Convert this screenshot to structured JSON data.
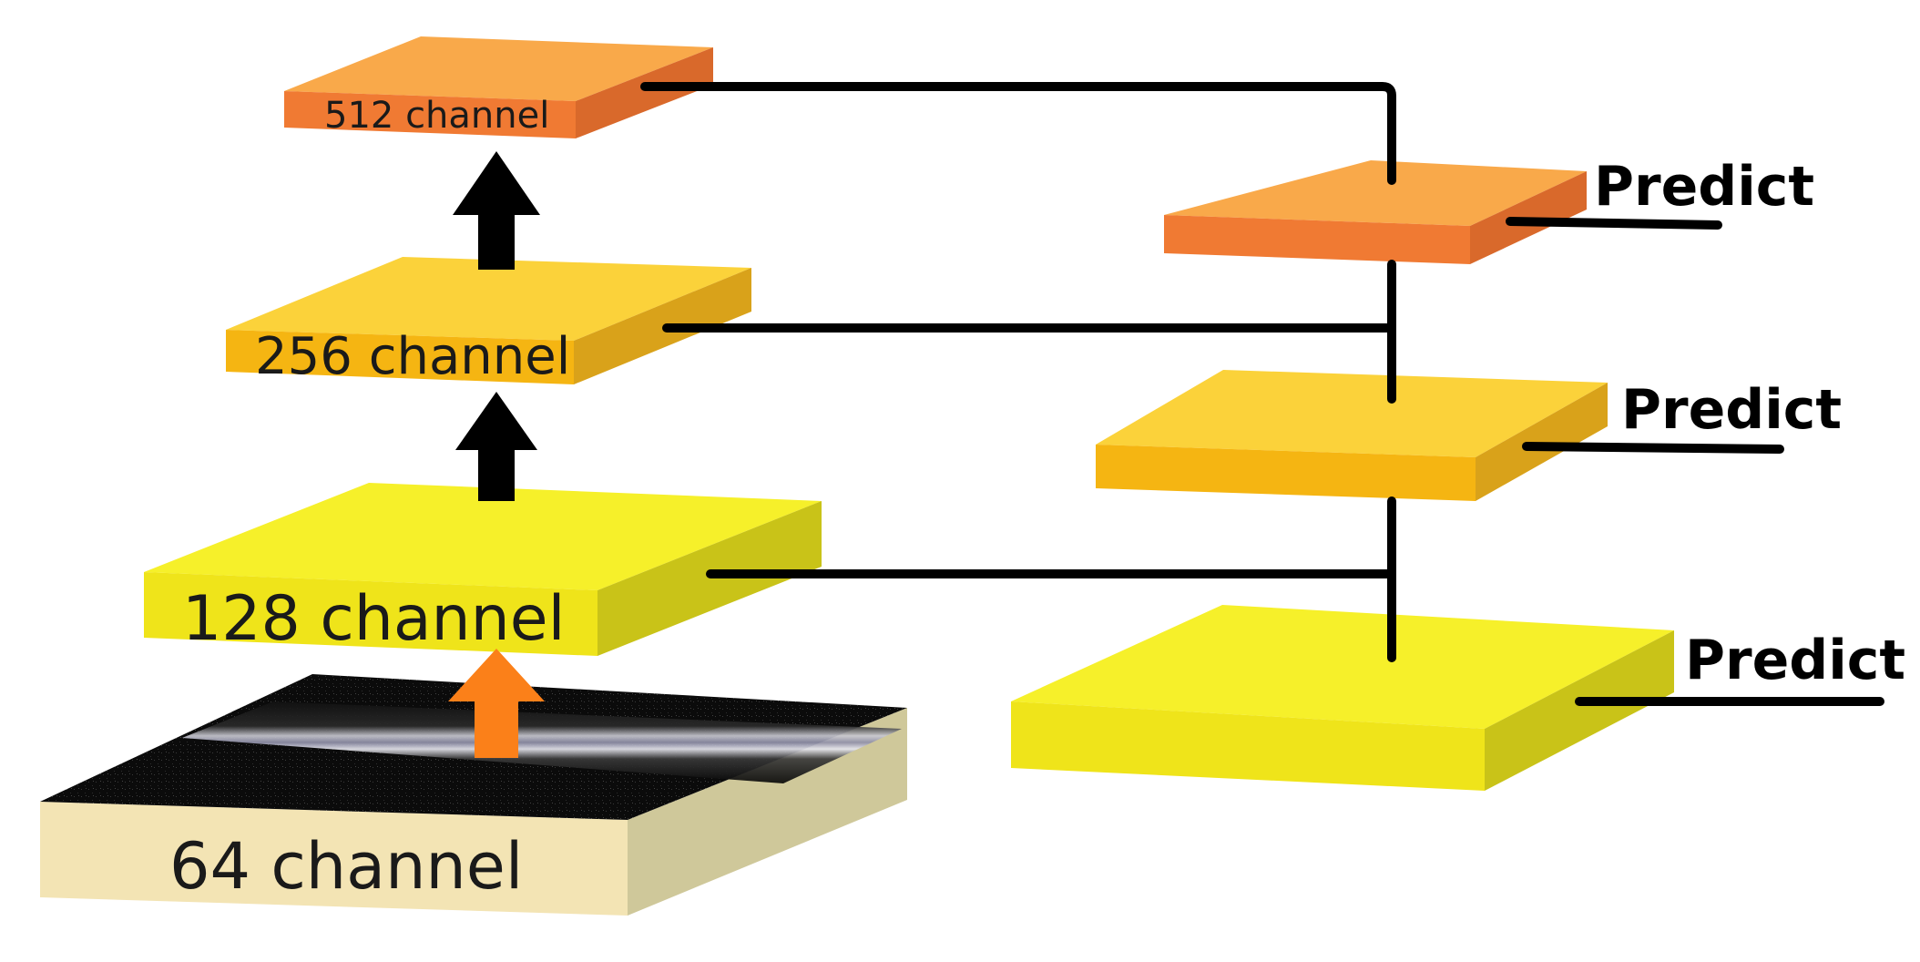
{
  "pyramid_labels": {
    "c512": "512 channel",
    "c256": "256 channel",
    "c128": "128 channel",
    "c64": "64 channel"
  },
  "predict_labels": [
    "Predict",
    "Predict",
    "Predict"
  ],
  "colors": {
    "orange_top": "#f9a94a",
    "orange_front": "#f07a33",
    "orange_side": "#d9692b",
    "gold_top": "#fbd23a",
    "gold_front": "#f5b512",
    "gold_side": "#d9a21a",
    "yellow_top": "#f6f02a",
    "yellow_front": "#efe41a",
    "yellow_side": "#c9c318",
    "base_front": "#f3e4b4",
    "base_side": "#cfc89a",
    "oct_dark": "#0b0b0b",
    "upsample_arrow": "#fb8019",
    "arrow": "#000000"
  },
  "icons": {
    "upward_arrow": "arrow-up-icon",
    "oct_scan": "oct-scan-image"
  }
}
